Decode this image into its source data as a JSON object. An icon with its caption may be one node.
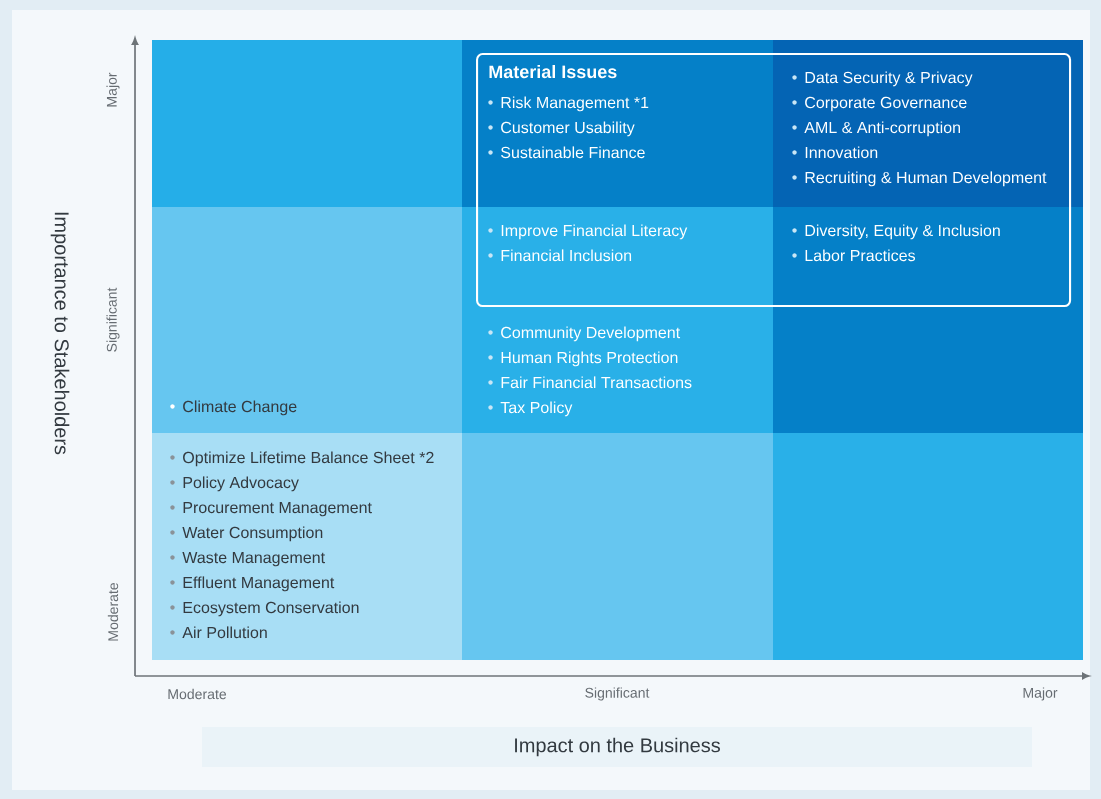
{
  "diagram": {
    "nodes": [
      {
        "text": [
          "Material Issues",
          "Risk Management *1",
          "Customer Usability",
          "Sustainable Finance",
          "Data Security & Privacy",
          "Corporate Governance",
          "AML & Anti-corruption",
          "Innovation",
          "Recruiting & Human Development",
          "Improve Financial Literacy",
          "Financial Inclusion",
          "Diversity, Equity & Inclusion",
          "Labor Practices"
        ]
      }
    ],
    "labels": [
      "Major",
      "Significant",
      "Moderate",
      "Importance to Stakeholders",
      "Community Development",
      "Human Rights Protection",
      "Fair Financial Transactions",
      "Tax Policy",
      "Climate Change",
      "Optimize Lifetime Balance Sheet *2",
      "Policy Advocacy",
      "Procurement Management",
      "Water Consumption",
      "Waste Management",
      "Effluent Management",
      "Ecosystem Conservation",
      "Air Pollution",
      "Moderate",
      "Significant",
      "Major",
      "Impact on the Business"
    ]
  }
}
